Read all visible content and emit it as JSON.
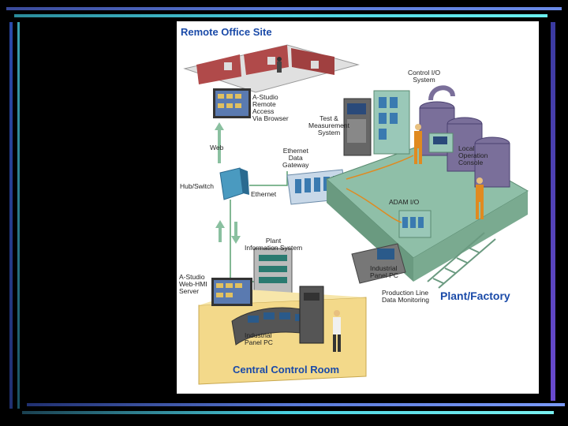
{
  "titles": {
    "remote_office": "Remote Office Site",
    "plant_factory": "Plant/Factory",
    "central_control": "Central Control Room"
  },
  "labels": {
    "a_studio_remote": "A-Studio\nRemote\nAccess\nVia Browser",
    "web": "Web",
    "hub_switch": "Hub/Switch",
    "ethernet_gateway": "Ethernet\nData\nGateway",
    "ethernet": "Ethernet",
    "test_measurement": "Test &\nMeasurement\nSystem",
    "control_io": "Control I/O\nSystem",
    "local_operation": "Local\nOperation\nConsole",
    "adam_io": "ADAM I/O",
    "plant_information": "Plant\nInformation System",
    "a_studio_webhmi": "A-Studio\nWeb-HMI\nServer",
    "industrial_panel_pc_plant": "Industrial\nPanel PC",
    "production_line": "Production Line\nData Monitoring",
    "industrial_panel_pc_room": "Industrial\nPanel PC"
  },
  "colors": {
    "title_blue": "#1a4aa8",
    "machine_green": "#8fbfa8",
    "room_yellow": "#f3d98a",
    "office_red": "#b04a4a",
    "cable_orange": "#e08a20",
    "tank_purple": "#7a6f9a"
  }
}
